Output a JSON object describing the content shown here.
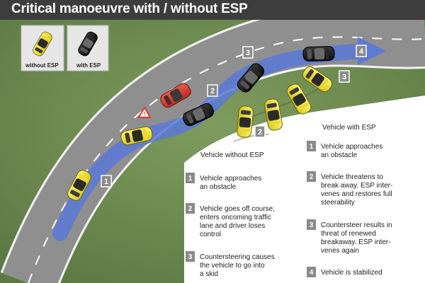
{
  "title": "Critical manoeuvre with / without ESP",
  "legend": {
    "without": "without ESP",
    "with": "with ESP"
  },
  "colors": {
    "title_bar": "#3d3d3d",
    "grass": "#6b8a4e",
    "road": "#8d8d8d",
    "path_arrow": "#5a78d8",
    "car_yellow": "#f2e233",
    "car_black": "#1a1a1a",
    "car_red": "#d93a2e",
    "number_box": "#8a8a8a"
  },
  "road_markers": [
    "1",
    "2",
    "3",
    "4",
    "2",
    "3"
  ],
  "without_esp": {
    "heading": "Vehicle without ESP",
    "steps": [
      {
        "num": "1",
        "lines": [
          "Vehicle approaches",
          "an obstacle"
        ]
      },
      {
        "num": "2",
        "lines": [
          "Vehicle goes off course,",
          "enters oncoming traffic",
          "lane and driver loses",
          "control"
        ]
      },
      {
        "num": "3",
        "lines": [
          "Countersteering causes",
          "the vehicle to go into",
          "a skid"
        ]
      }
    ]
  },
  "with_esp": {
    "heading": "Vehicle with ESP",
    "steps": [
      {
        "num": "1",
        "lines": [
          "Vehicle approaches",
          "an obstacle"
        ]
      },
      {
        "num": "2",
        "lines": [
          "Vehicle threatens to",
          "break away. ESP inter-",
          "venes and restores full",
          "steerability"
        ]
      },
      {
        "num": "3",
        "lines": [
          "Countersteer results in",
          "threat of renewed",
          "breakaway. ESP inter-",
          "venes again"
        ]
      },
      {
        "num": "4",
        "lines": [
          "Vehicle is stabilized"
        ]
      }
    ]
  }
}
